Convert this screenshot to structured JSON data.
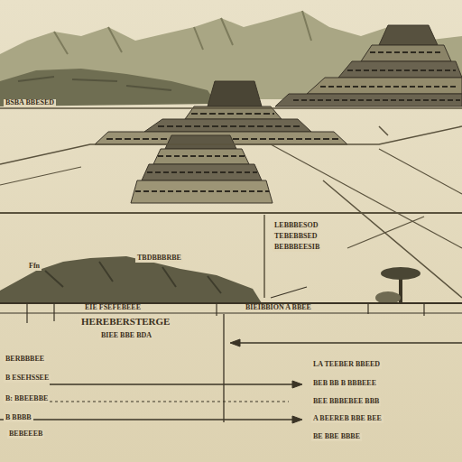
{
  "diagram": {
    "labels": [
      "BSBA BBESED",
      "LEBBBESOD",
      "TEBEBBSED",
      "BEBBBEESIB",
      "TBDBBBRBE",
      "Ffn",
      "EIE FSEFEBEEE",
      "BIEIBBION A BBEE",
      "HEREBERSTERGE",
      "BIEE BBE BDA",
      "BERBBBEE",
      "B ESEHSSEE",
      "B: BBEEBBE",
      "B BBBB",
      "BEBEEEB",
      "LA TEEBER BBEED",
      "BEB BB B BBBEEE",
      "BEE BBBEBEE BBB",
      "A BEEREB BBE BEE",
      "BE BBE BBBE"
    ]
  }
}
